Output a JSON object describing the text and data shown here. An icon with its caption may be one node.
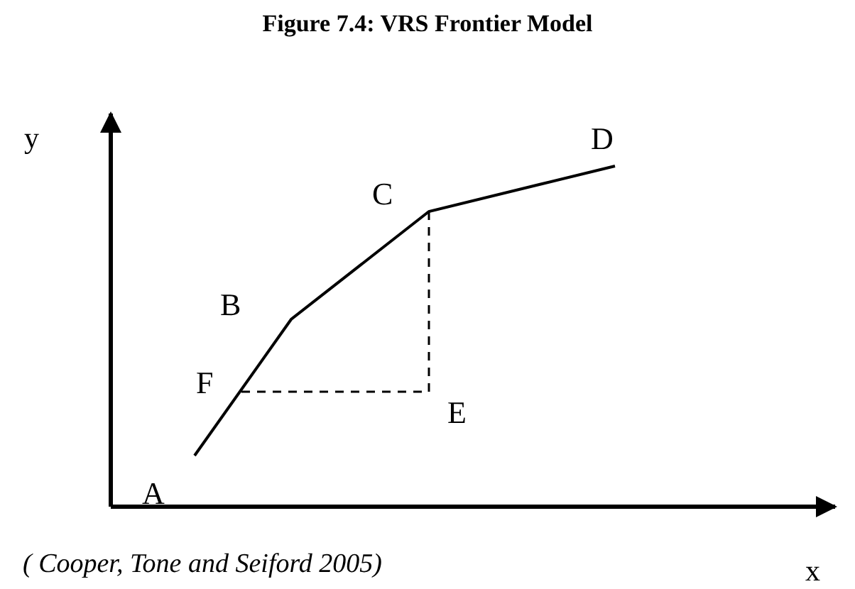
{
  "diagram": {
    "title": "Figure 7.4: VRS Frontier Model",
    "caption": "( Cooper, Tone and Seiford 2005)",
    "labels": [
      "y",
      "D",
      "C",
      "B",
      "F",
      "E",
      "A",
      "x"
    ]
  }
}
